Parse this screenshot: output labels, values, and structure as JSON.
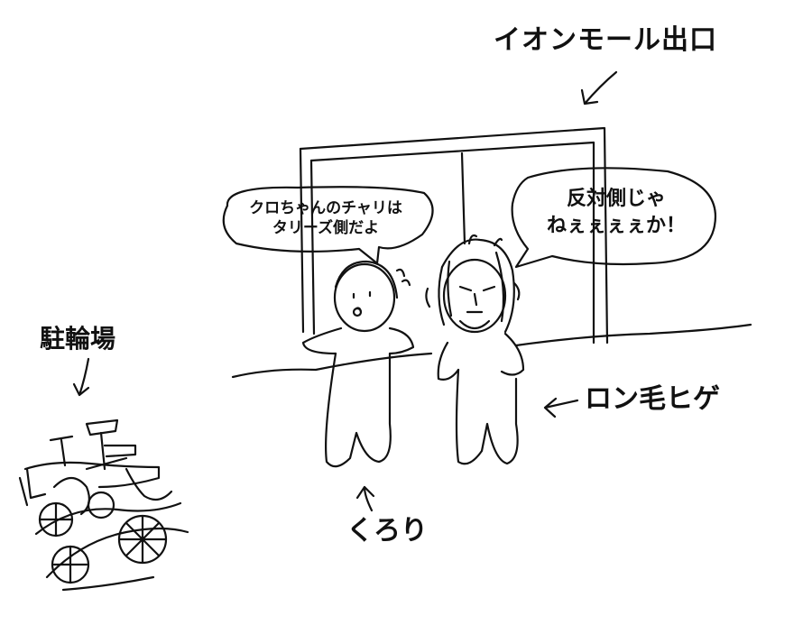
{
  "labels": {
    "exit": "イオンモール出口",
    "bike_parking": "駐輪場",
    "kurori": "くろり",
    "ronge_hige": "ロン毛ヒゲ"
  },
  "bubbles": {
    "left": {
      "line1": "クロちゃんのチャリは",
      "line2": "タリーズ側だよ"
    },
    "right": {
      "line1": "反対側じゃ",
      "line2": "ねぇぇぇぇか！"
    }
  },
  "colors": {
    "ink": "#111111",
    "paper": "#ffffff"
  }
}
